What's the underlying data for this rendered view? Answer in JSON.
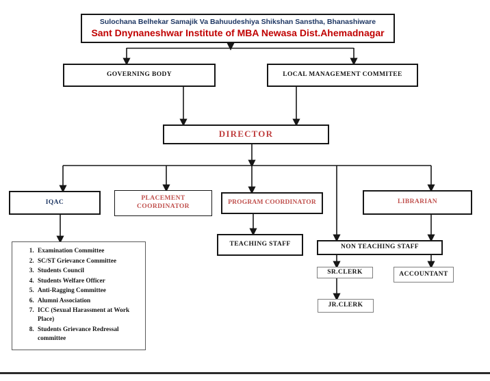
{
  "institution": {
    "line1": "Sulochana Belhekar Samajik Va Bahuudeshiya Shikshan Sanstha, Bhanashiware",
    "line2": "Sant Dnynaneshwar Institute of MBA Newasa Dist.Ahemadnagar"
  },
  "nodes": {
    "governing_body": "GOVERNING BODY",
    "local_management_commitee": "LOCAL MANAGEMENT COMMITEE",
    "director": "DIRECTOR",
    "iqac": "IQAC",
    "placement_coordinator": "PLACEMENT COORDINATOR",
    "program_coordinator": "PROGRAM COORDINATOR",
    "librarian": "LIBRARIAN",
    "teaching_staff": "TEACHING STAFF",
    "non_teaching_staff": "NON TEACHING STAFF",
    "sr_clerk": "SR.CLERK",
    "accountant": "ACCOUNTANT",
    "jr_clerk": "JR.CLERK"
  },
  "iqac_committees": [
    "Examination Committee",
    "SC/ST Grievance Committee",
    "Students Council",
    "Students Welfare Officer",
    "Anti-Ragging Committee",
    "Alumni Association",
    "ICC (Sexual Harassment at Work  Place)",
    "Students Grievance Redressal committee"
  ],
  "colors": {
    "navy_text": "#1f3864",
    "title_red": "#c00000",
    "director_red": "#c04040",
    "node_red": "#c0504d",
    "line_black": "#161616",
    "thin_border_gray": "#7f7f7f",
    "footer_rule": "#2b2b2b"
  }
}
